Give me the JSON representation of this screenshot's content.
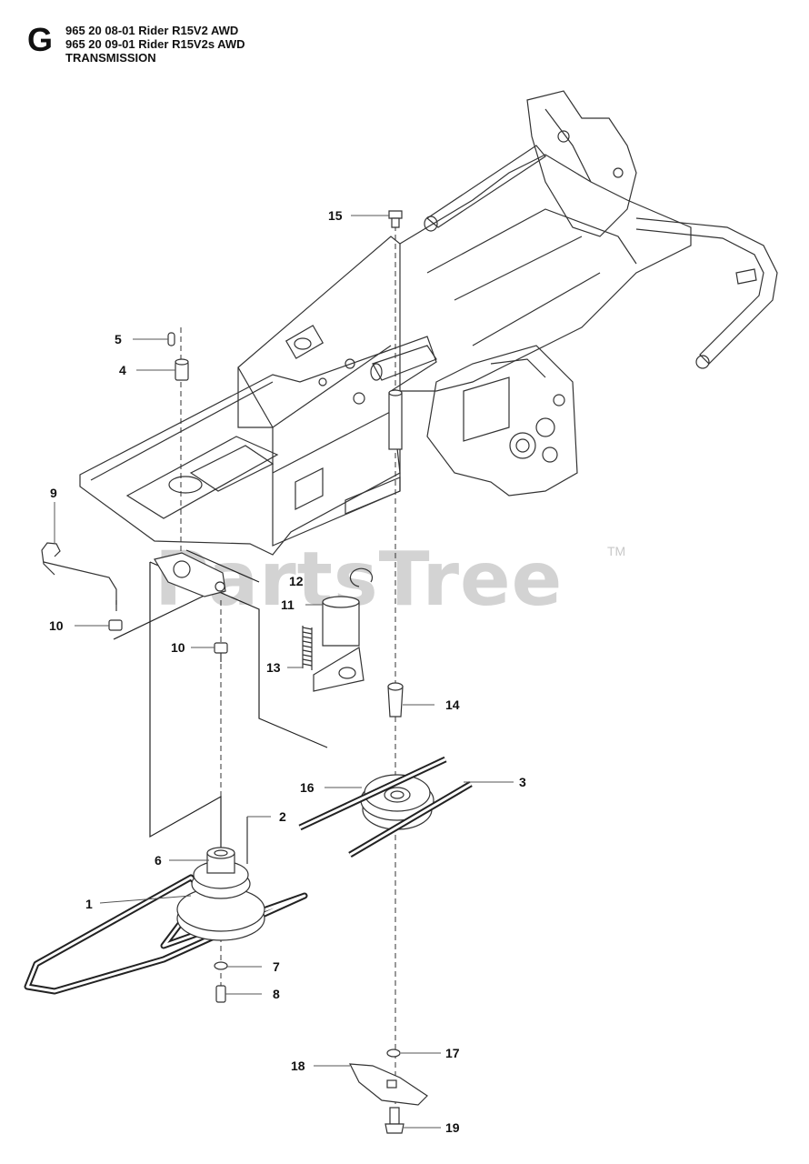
{
  "header": {
    "section_letter": "G",
    "lines": [
      "965 20 08-01 Rider R15V2 AWD",
      "965 20 09-01 Rider R15V2s AWD",
      "TRANSMISSION"
    ]
  },
  "watermark": {
    "text": "PartsTree",
    "trademark": "TM"
  },
  "callouts": [
    {
      "id": "1",
      "label": "1"
    },
    {
      "id": "2",
      "label": "2"
    },
    {
      "id": "3",
      "label": "3"
    },
    {
      "id": "4",
      "label": "4"
    },
    {
      "id": "5",
      "label": "5"
    },
    {
      "id": "6",
      "label": "6"
    },
    {
      "id": "7",
      "label": "7"
    },
    {
      "id": "8",
      "label": "8"
    },
    {
      "id": "9",
      "label": "9"
    },
    {
      "id": "10a",
      "label": "10"
    },
    {
      "id": "10b",
      "label": "10"
    },
    {
      "id": "11",
      "label": "11"
    },
    {
      "id": "12",
      "label": "12"
    },
    {
      "id": "13",
      "label": "13"
    },
    {
      "id": "14",
      "label": "14"
    },
    {
      "id": "15",
      "label": "15"
    },
    {
      "id": "16",
      "label": "16"
    },
    {
      "id": "17",
      "label": "17"
    },
    {
      "id": "18",
      "label": "18"
    },
    {
      "id": "19",
      "label": "19"
    }
  ]
}
